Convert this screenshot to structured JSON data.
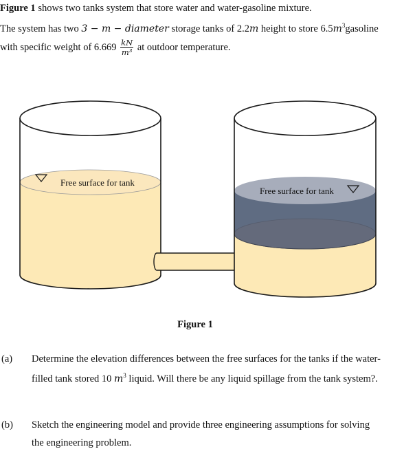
{
  "intro": {
    "line1_bold": "Figure 1",
    "line1_rest": " shows two tanks system that store water and water-gasoline mixture.",
    "line2_pre": "The system has two ",
    "line2_math": "3 − m − diameter",
    "line2_mid": " storage tanks of 2.2",
    "line2_unit": "m",
    "line2_mid2": "  height to store 6.5",
    "line2_vol_unit": "m",
    "line2_vol_exp": "3",
    "line2_post": "gasoline",
    "line3_pre": "with specific weight of 6.669 ",
    "line3_frac_num": "kN",
    "line3_frac_den": "m³",
    "line3_post": " at outdoor temperature."
  },
  "figure": {
    "left_tank_label": "Free surface for tank",
    "right_tank_label": "Free surface for tank",
    "caption": "Figure 1",
    "colors": {
      "water": "#fde9b6",
      "water_surface": "#fbe7bd",
      "gasoline": "#5f6c82",
      "gasoline_surface": "#a7adbb",
      "interface": "#646a7b",
      "outline": "#1a1a1a"
    }
  },
  "questions": [
    {
      "label": "(a)",
      "line1": "Determine the elevation differences between the free surfaces for the tanks if the water-",
      "line2_pre": "filled tank stored 10 ",
      "line2_unit": "m",
      "line2_exp": "3",
      "line2_post": " liquid. Will there be any liquid spillage from the tank system?."
    },
    {
      "label": "(b)",
      "line1": " Sketch the engineering model and provide three engineering assumptions for solving",
      "line2": "the engineering problem."
    }
  ]
}
